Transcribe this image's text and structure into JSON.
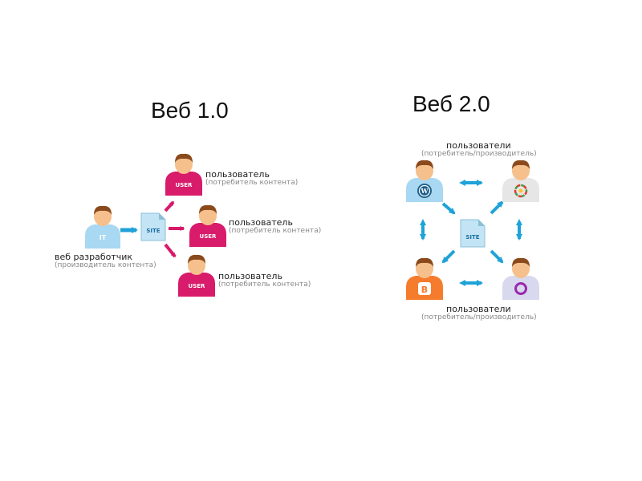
{
  "web1": {
    "title": "Веб 1.0",
    "developer": {
      "label": "веб разработчик",
      "sublabel": "(производитель контента)",
      "badge": "IT"
    },
    "site_label": "SITE",
    "users": [
      {
        "label": "пользователь",
        "sublabel": "(потребитель контента)",
        "badge": "USER"
      },
      {
        "label": "пользователь",
        "sublabel": "(потребитель контента)",
        "badge": "USER"
      },
      {
        "label": "пользователь",
        "sublabel": "(потребитель контента)",
        "badge": "USER"
      }
    ]
  },
  "web2": {
    "title": "Веб 2.0",
    "top_label": "пользователи",
    "top_sublabel": "(потребитель/производитель)",
    "bottom_label": "пользователи",
    "bottom_sublabel": "(потребитель/производитель)",
    "site_label": "SITE",
    "users": [
      {
        "icon": "wordpress-icon"
      },
      {
        "icon": "picasa-icon"
      },
      {
        "icon": "blogger-icon"
      },
      {
        "icon": "orkut-icon"
      }
    ]
  },
  "colors": {
    "arrow_cyan": "#1ea2d8",
    "arrow_magenta": "#d8186a",
    "shirt_magenta": "#d81b6a",
    "shirt_blue": "#a8d8f2",
    "shirt_gray": "#e6e6e6",
    "skin": "#f6c08c",
    "hair": "#8a4a1c"
  }
}
